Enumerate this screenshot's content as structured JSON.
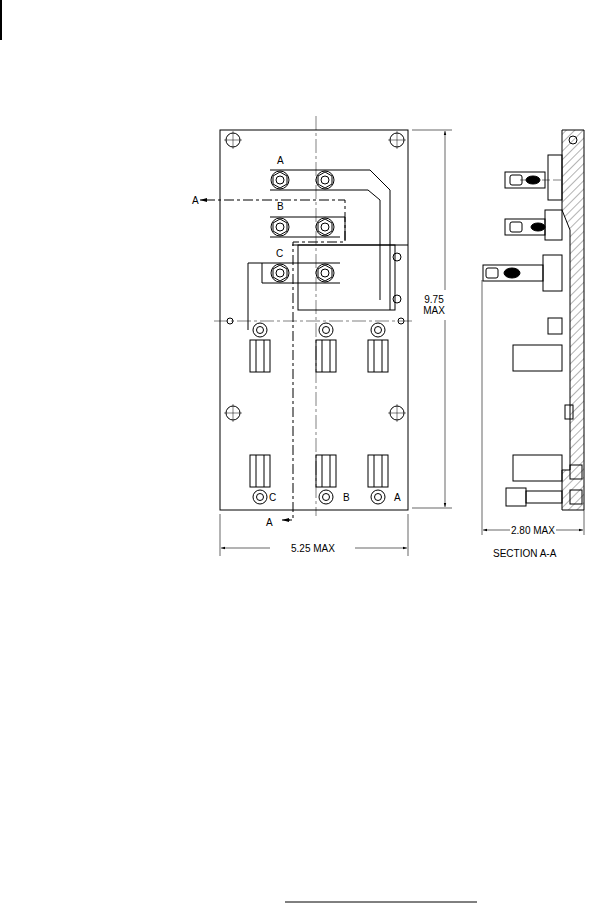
{
  "diagram": {
    "labels": [
      "A",
      "A",
      "B",
      "C",
      "9.75 MAX",
      "C",
      "B",
      "A",
      "A",
      "5.25 MAX",
      "2.80 MAX",
      "SECTION A-A"
    ]
  }
}
